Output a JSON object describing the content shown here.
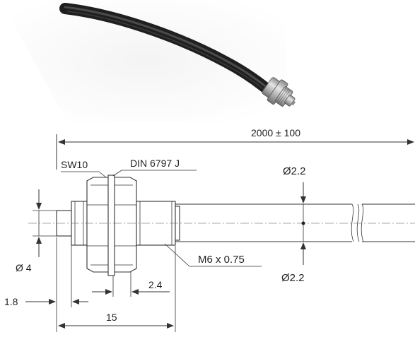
{
  "drawing": {
    "length_label": "2000 ± 100",
    "wrench_label": "SW10",
    "nut_standard_label": "DIN 6797 J",
    "fiber_diameter_top": "Ø2.2",
    "fiber_diameter_bottom": "Ø2.2",
    "tip_diameter_label": "Ø 4",
    "thread_label": "M6 x 0.75",
    "nut_width_label": "2.4",
    "tip_length_label": "1.8",
    "thread_length_label": "15"
  },
  "photo": {
    "subject": "fiber-optic-cable-with-threaded-head",
    "cable_color": "#2b2b2b",
    "metal_color": "#b9b9b9",
    "background_color": "#f2f2f2"
  }
}
